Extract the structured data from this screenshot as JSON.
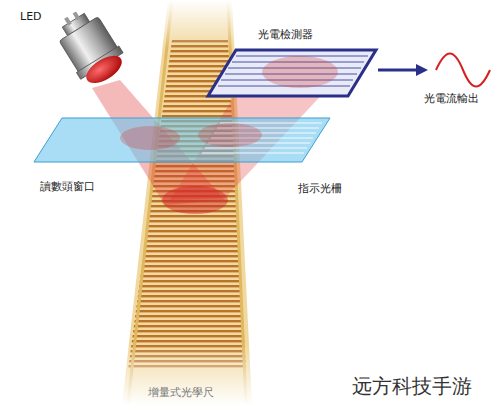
{
  "diagram": {
    "labels": [
      "LED",
      "光電檢測器",
      "光電流輸出",
      "讀數頭窗口",
      "指示光柵",
      "增量式光學尺",
      "远方科技手游"
    ]
  }
}
